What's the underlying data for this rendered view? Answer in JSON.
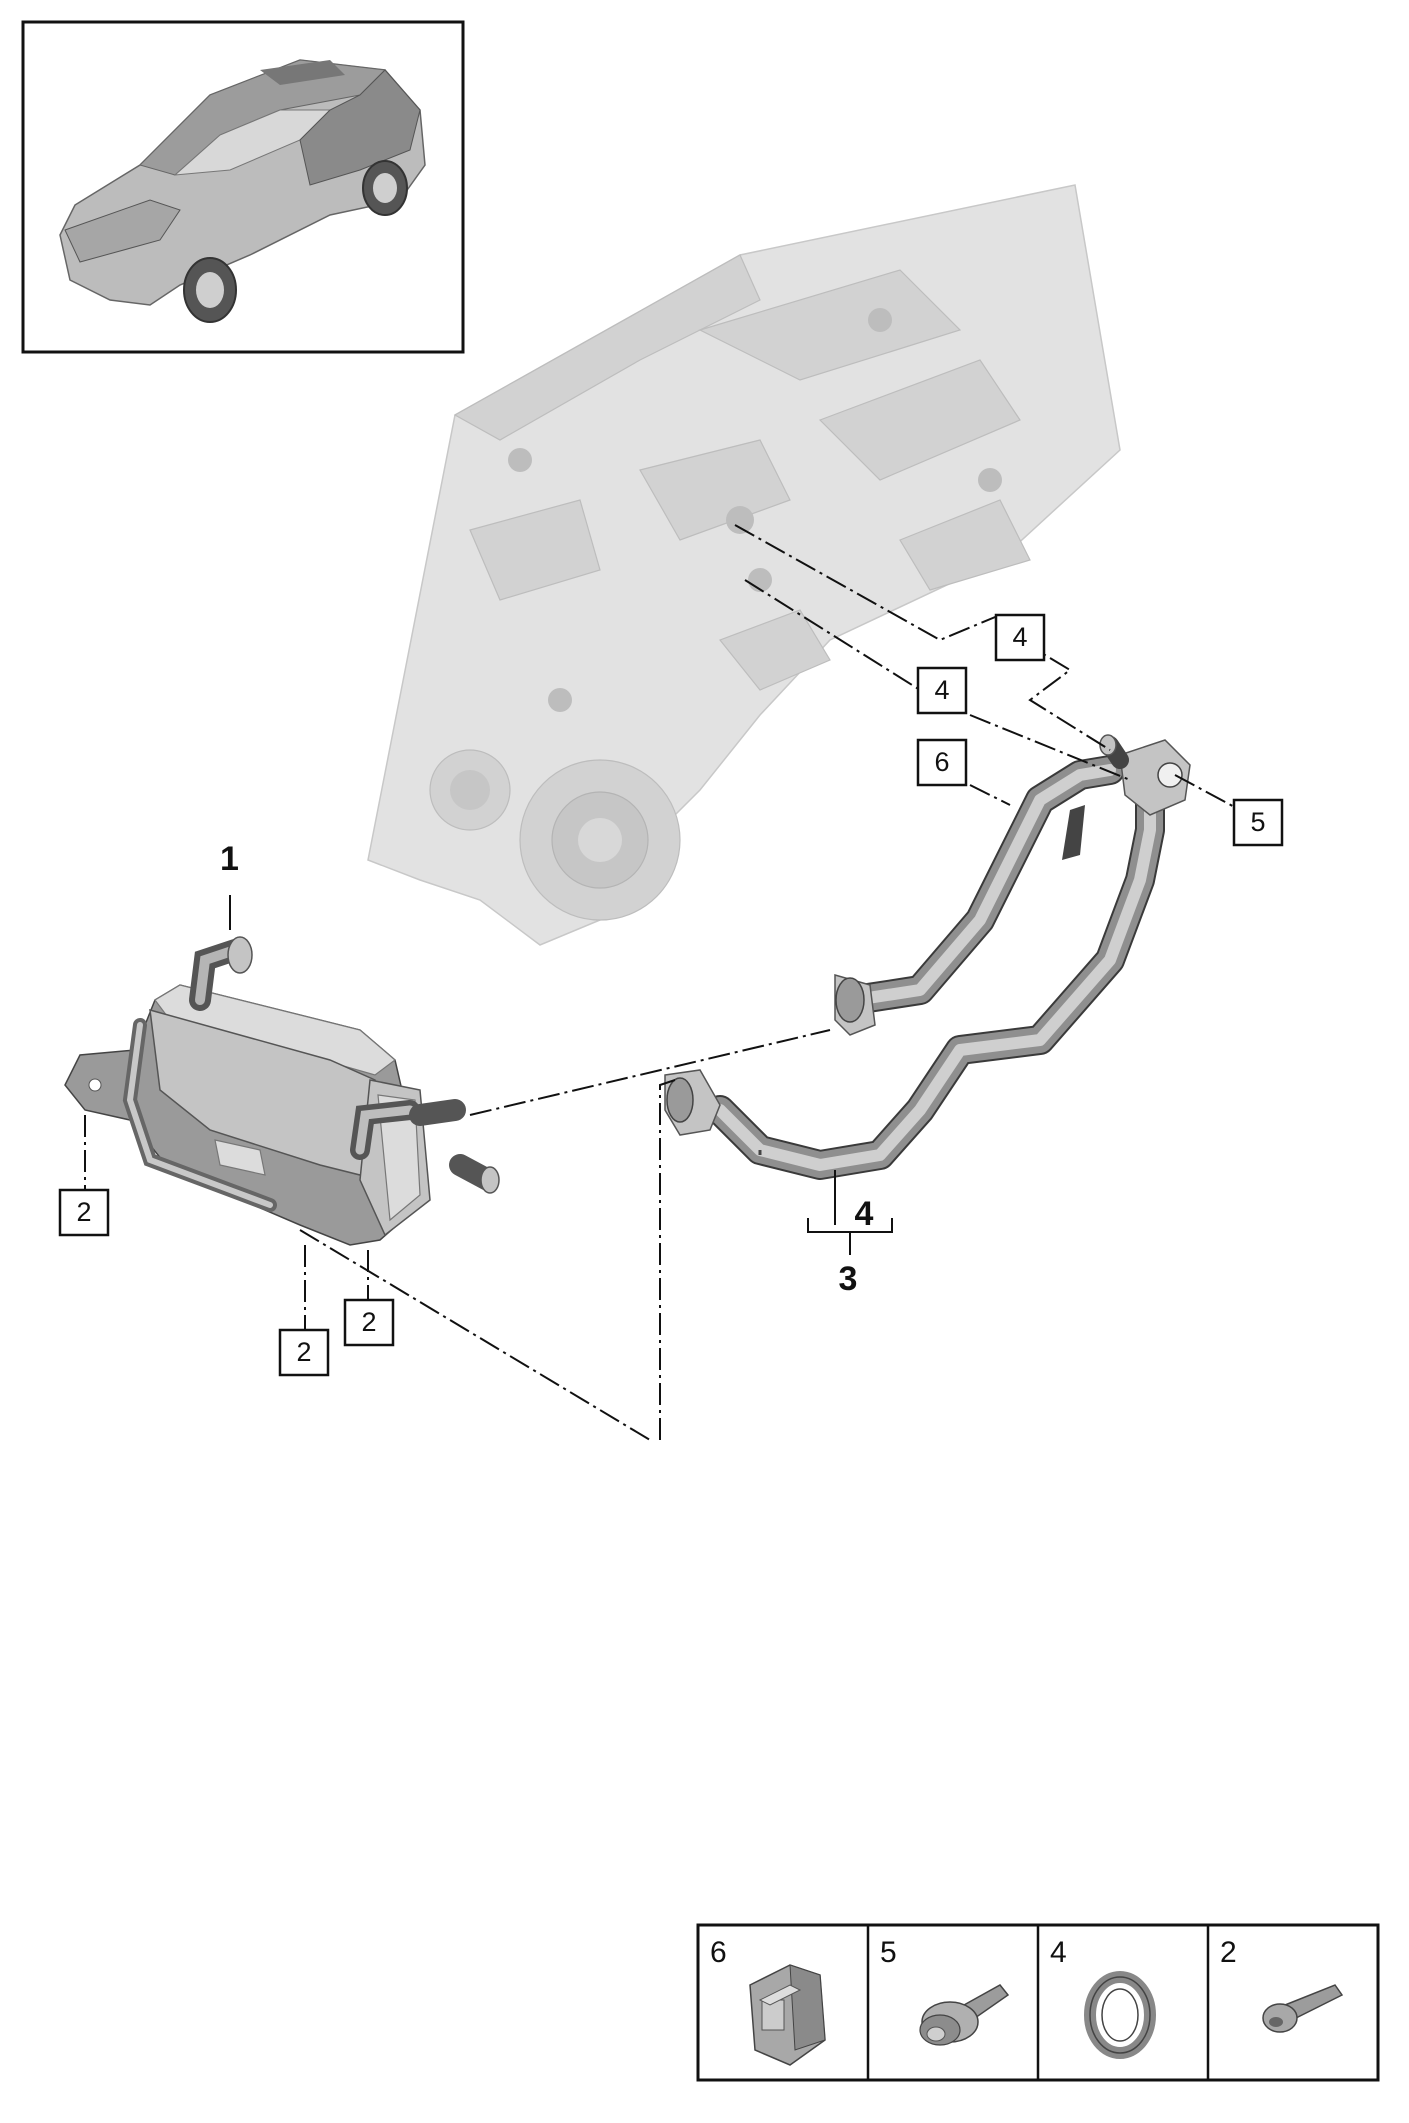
{
  "callouts": {
    "part1": "1",
    "part2_a": "2",
    "part2_b": "2",
    "part2_c": "2",
    "part3": "3",
    "part4_hose": "4",
    "part4_a": "4",
    "part4_b": "4",
    "part5": "5",
    "part6": "6"
  },
  "legend": [
    {
      "number": "6",
      "icon": "clip-icon"
    },
    {
      "number": "5",
      "icon": "collar-bolt-icon"
    },
    {
      "number": "4",
      "icon": "seal-ring-icon"
    },
    {
      "number": "2",
      "icon": "screw-icon"
    }
  ],
  "colors": {
    "line": "#111111",
    "ghost_housing": "#e2e2e2",
    "part_shade": "#9a9a9a"
  }
}
